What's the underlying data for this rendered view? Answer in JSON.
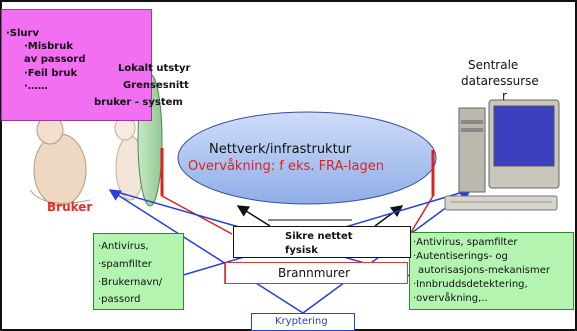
{
  "slide": {
    "pink_box": {
      "lines": [
        "·Slurv",
        "·Misbruk",
        "av passord",
        "·Feil bruk",
        "·……"
      ]
    },
    "lokalt_utstyr": "Lokalt utstyr",
    "grensesnitt": "Grensesnitt",
    "bruker_system": "bruker - system",
    "sentrale": {
      "line1": "Sentrale",
      "line2": "dataressurse",
      "line3": "r"
    },
    "network": {
      "title": "Nettverk/infrastruktur",
      "surveillance": "Overvåkning: f eks. FRA-lagen"
    },
    "bruker_label": "Bruker",
    "left_green": [
      "·Antivirus,",
      "·spamfilter",
      "·Brukernavn/",
      "·passord"
    ],
    "right_green": [
      "·Antivirus, spamfilter",
      "·Autentiserings- og",
      "autorisasjons-mekanismer",
      "·Innbruddsdetektering,",
      "·overvåkning,.."
    ],
    "sikre_nettet": [
      "Sikre nettet",
      "fysisk"
    ],
    "brannmurer": "Brannmurer",
    "kryptering": "Kryptering",
    "colors": {
      "pink": "#f36ff1",
      "green": "#b2f4b0",
      "ellipse_fill": "#a9bff0",
      "red": "#e02020",
      "blue": "#2340d8",
      "bruker_text": "#e0302a"
    }
  }
}
